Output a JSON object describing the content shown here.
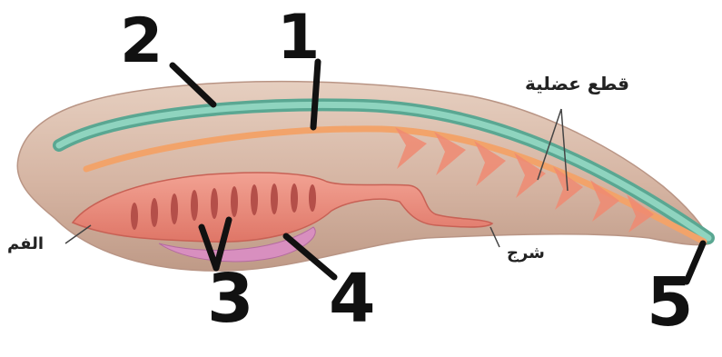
{
  "labels": {
    "muscle_segments": "قطع عضلية",
    "mouth": "الفم",
    "anus": "شرج"
  },
  "numbers": {
    "n1": "1",
    "n2": "2",
    "n3": "3",
    "n4": "4",
    "n5": "5"
  },
  "colors": {
    "body_fill": "#d8b8a6",
    "body_shade": "#c39c89",
    "notochord": "#7cc3ad",
    "nerve_cord": "#f2a36a",
    "gut": "#e9877a",
    "gill_slits": "#b44f49",
    "gonad": "#d88fbf",
    "muscle_chevron": "#f08a72",
    "pointer": "#111111"
  }
}
